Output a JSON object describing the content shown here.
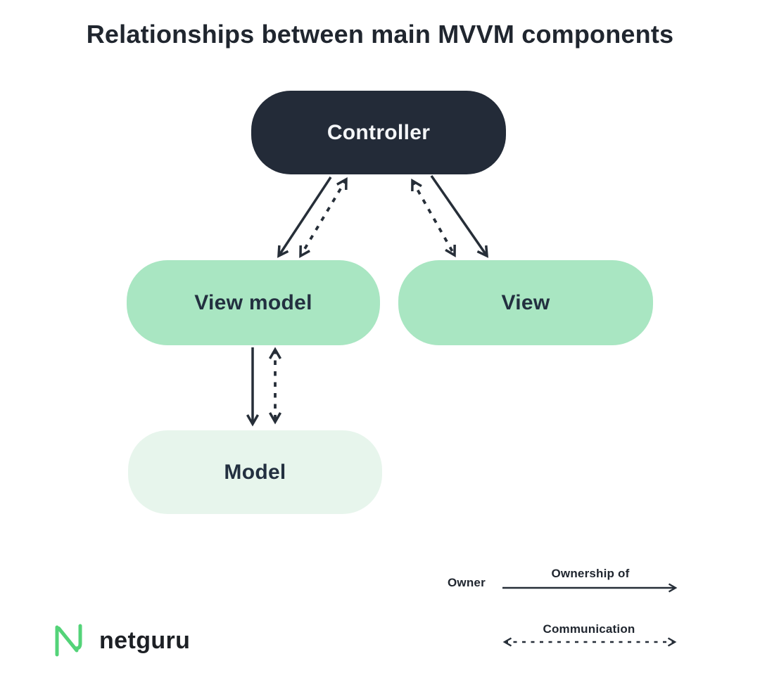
{
  "title": "Relationships between main MVVM components",
  "nodes": {
    "controller": {
      "label": "Controller"
    },
    "view_model": {
      "label": "View model"
    },
    "view": {
      "label": "View"
    },
    "model": {
      "label": "Model"
    }
  },
  "relationships": [
    {
      "from": "Controller",
      "to": "View model",
      "type": "ownership"
    },
    {
      "from": "Controller",
      "to": "View model",
      "type": "communication",
      "bidirectional": true
    },
    {
      "from": "Controller",
      "to": "View",
      "type": "communication",
      "bidirectional": true
    },
    {
      "from": "Controller",
      "to": "View",
      "type": "ownership"
    },
    {
      "from": "View model",
      "to": "Model",
      "type": "ownership"
    },
    {
      "from": "View model",
      "to": "Model",
      "type": "communication",
      "bidirectional": true
    }
  ],
  "legend": {
    "owner_label": "Owner",
    "ownership_label": "Ownership of",
    "communication_label": "Communication"
  },
  "footer": {
    "brand": "netguru"
  },
  "colors": {
    "bg": "#ffffff",
    "ink": "#20262f",
    "node_dark": "#232b38",
    "node_dark_text": "#f4f6f8",
    "node_green": "#a9e6c2",
    "node_green_light": "#e7f5ec",
    "node_text": "#233040",
    "arrow": "#262e38",
    "logo_green": "#53d378",
    "brand_text": "#1d2025"
  }
}
